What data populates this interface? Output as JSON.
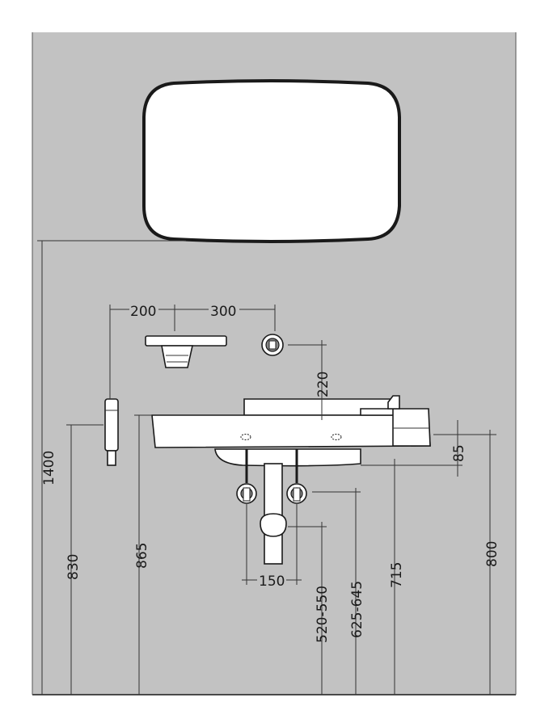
{
  "colors": {
    "background": "#ffffff",
    "wall": "#c2c2c2",
    "line": "#1a1a1a",
    "fixture": "#ffffff"
  },
  "dimensions": {
    "total_height": "1400",
    "mirror_to_tap": "220",
    "shelf_offset": "200",
    "shelf_to_outlet": "300",
    "basin_rim_depth": "85",
    "valve_spacing": "150",
    "spray_holder_height": "830",
    "basin_top_height": "865",
    "outlet_height": "520-550",
    "valve_height": "625-645",
    "basin_bottom_height": "715",
    "rim_height": "800"
  }
}
